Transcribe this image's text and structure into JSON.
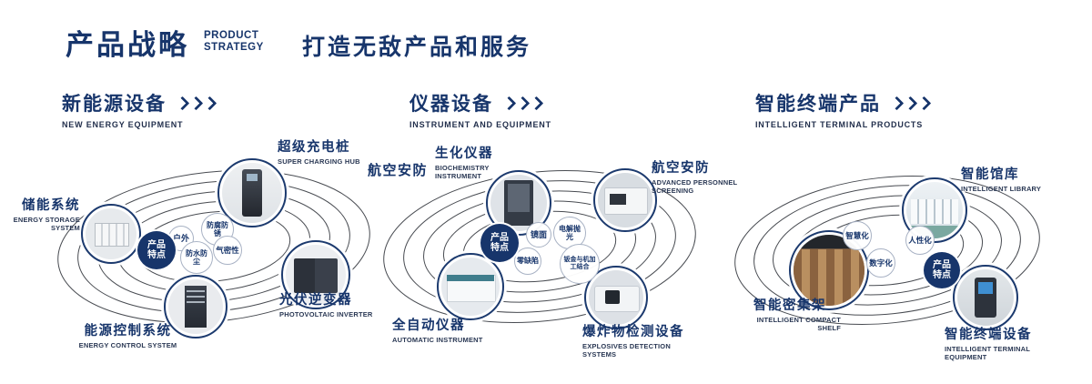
{
  "header": {
    "title_cn": "产品战略",
    "title_en": [
      "PRODUCT",
      "STRATEGY"
    ],
    "slogan": "打造无敌产品和服务"
  },
  "colors": {
    "navy": "#17356b",
    "ring_stroke": "#2f333a"
  },
  "sections": [
    {
      "title_cn": "新能源设备",
      "title_en": "NEW ENERGY EQUIPMENT",
      "center_badge": "产品特点",
      "features": [
        "户外",
        "防腐防锈",
        "气密性",
        "防水防尘"
      ],
      "products": [
        {
          "cn": "储能系统",
          "en": "ENERGY STORAGE SYSTEM"
        },
        {
          "cn": "超级充电桩",
          "en": "SUPER CHARGING HUB"
        },
        {
          "cn": "光伏逆变器",
          "en": "PHOTOVOLTAIC INVERTER"
        },
        {
          "cn": "能源控制系统",
          "en": "ENERGY CONTROL SYSTEM"
        }
      ]
    },
    {
      "title_cn": "仪器设备",
      "title_en": "INSTRUMENT AND EQUIPMENT",
      "center_badge": "产品特点",
      "side_label": "航空安防",
      "features": [
        "镜面",
        "电解抛光",
        "零缺陷",
        "钣金与机加工结合"
      ],
      "products": [
        {
          "cn": "生化仪器",
          "en": "BIOCHEMISTRY INSTRUMENT"
        },
        {
          "cn": "航空安防",
          "en": "ADVANCED PERSONNEL SCREENING"
        },
        {
          "cn": "全自动仪器",
          "en": "AUTOMATIC INSTRUMENT"
        },
        {
          "cn": "爆炸物检测设备",
          "en": "EXPLOSIVES DETECTION SYSTEMS"
        }
      ]
    },
    {
      "title_cn": "智能终端产品",
      "title_en": "INTELLIGENT TERMINAL PRODUCTS",
      "center_badge": "产品特点",
      "features": [
        "智慧化",
        "人性化",
        "数字化"
      ],
      "products": [
        {
          "cn": "智能馆库",
          "en": "INTELLIGENT LIBRARY"
        },
        {
          "cn": "智能密集架",
          "en": "INTELLIGENT COMPACT SHELF"
        },
        {
          "cn": "智能终端设备",
          "en": "INTELLIGENT TERMINAL EQUIPMENT"
        }
      ]
    }
  ]
}
